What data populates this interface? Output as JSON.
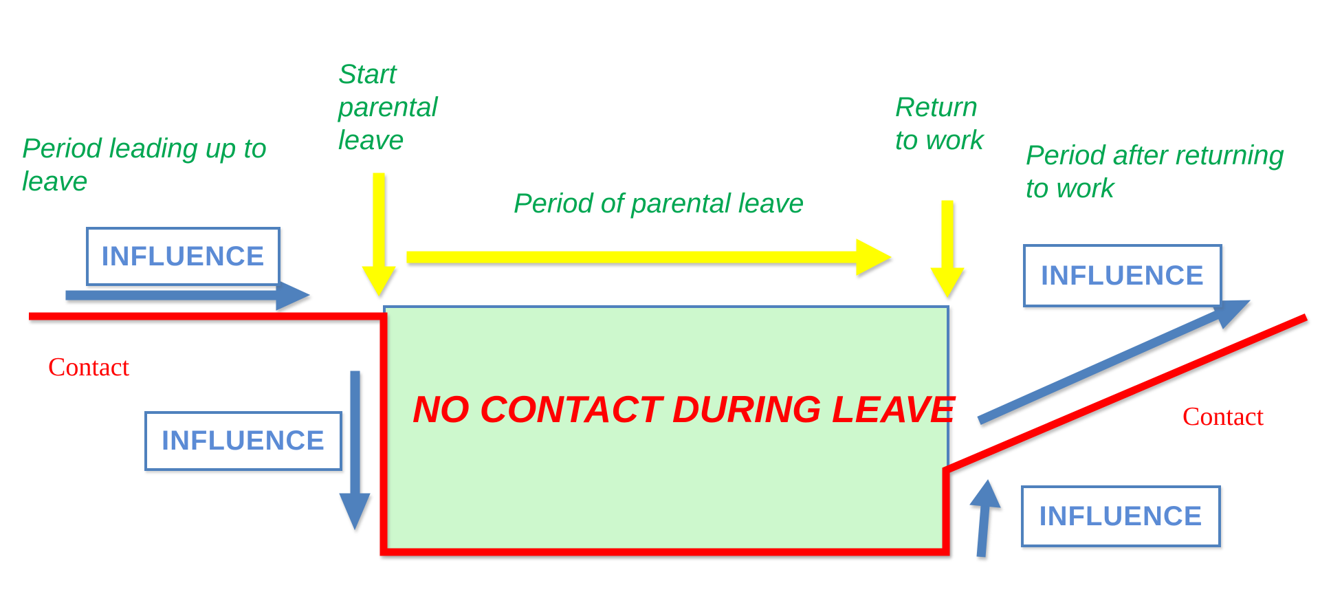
{
  "diagram": {
    "phases": {
      "before": "Period leading up to\nleave",
      "start": "Start\nparental\nleave",
      "during": "Period of parental leave",
      "return": "Return\nto work",
      "after": "Period after returning\nto work"
    },
    "influence_label": "INFLUENCE",
    "contact_label": "Contact",
    "no_contact_label": "NO CONTACT DURING LEAVE"
  },
  "colors": {
    "phase_green": "#00a651",
    "influence_blue": "#4f81bd",
    "influence_text_blue": "#5b8bd5",
    "arrow_yellow": "#ffff00",
    "contact_red": "#ff0000",
    "leave_box_fill": "#cdf8cd",
    "leave_box_border": "#4f81bd"
  }
}
